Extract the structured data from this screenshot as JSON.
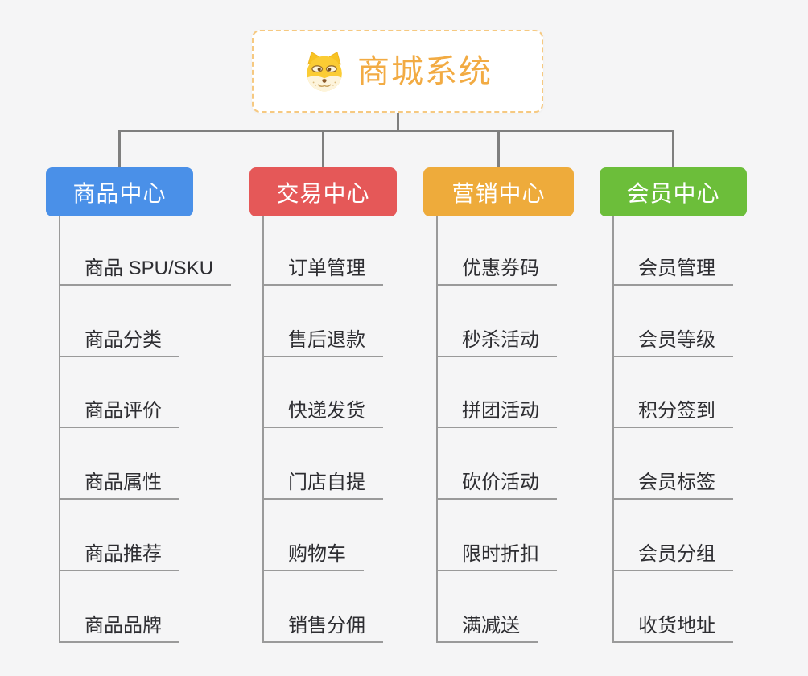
{
  "page": {
    "background": "#f5f5f6"
  },
  "connectors": {
    "color": "#7f7f7f"
  },
  "root": {
    "title": "商城系统",
    "icon": "doge-icon",
    "accent_color": "#f2ab43",
    "border_color": "#f6c981",
    "background": "#ffffff"
  },
  "leaf_style": {
    "text_color": "#2e2e32",
    "line_color": "#9a9a9a"
  },
  "branches": [
    {
      "id": "product-center",
      "label": "商品中心",
      "color": "#4a90e8",
      "items": [
        "商品 SPU/SKU",
        "商品分类",
        "商品评价",
        "商品属性",
        "商品推荐",
        "商品品牌"
      ]
    },
    {
      "id": "trade-center",
      "label": "交易中心",
      "color": "#e55858",
      "items": [
        "订单管理",
        "售后退款",
        "快递发货",
        "门店自提",
        "购物车",
        "销售分佣"
      ]
    },
    {
      "id": "marketing-center",
      "label": "营销中心",
      "color": "#eeab3b",
      "items": [
        "优惠券码",
        "秒杀活动",
        "拼团活动",
        "砍价活动",
        "限时折扣",
        "满减送"
      ]
    },
    {
      "id": "member-center",
      "label": "会员中心",
      "color": "#6cbe3a",
      "items": [
        "会员管理",
        "会员等级",
        "积分签到",
        "会员标签",
        "会员分组",
        "收货地址"
      ]
    }
  ]
}
